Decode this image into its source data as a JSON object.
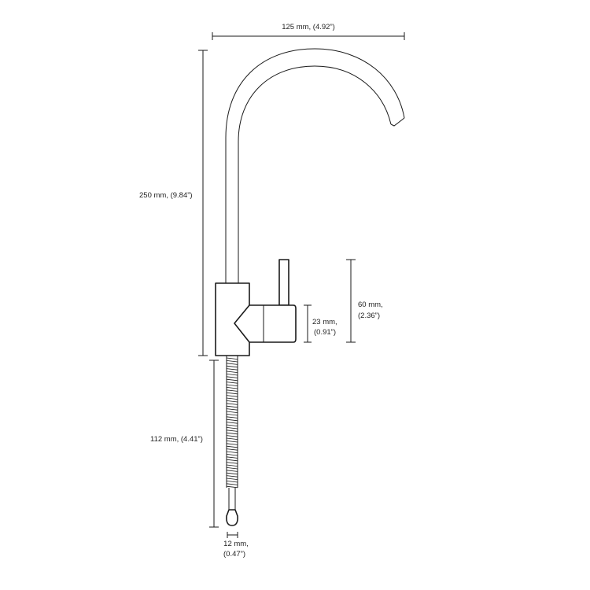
{
  "dimensions": {
    "spout_width": "125 mm, (4.92”)",
    "total_height": "250 mm, (9.84”)",
    "handle_height_mm": "60 mm,",
    "handle_height_in": "(2.36”)",
    "body_height_mm": "23 mm,",
    "body_height_in": "(0.91”)",
    "hose_length": "112 mm, (4.41”)",
    "connector_width_mm": "12 mm,",
    "connector_width_in": "(0.47”)"
  },
  "colors": {
    "line": "#1a1a1a",
    "background": "#ffffff"
  }
}
